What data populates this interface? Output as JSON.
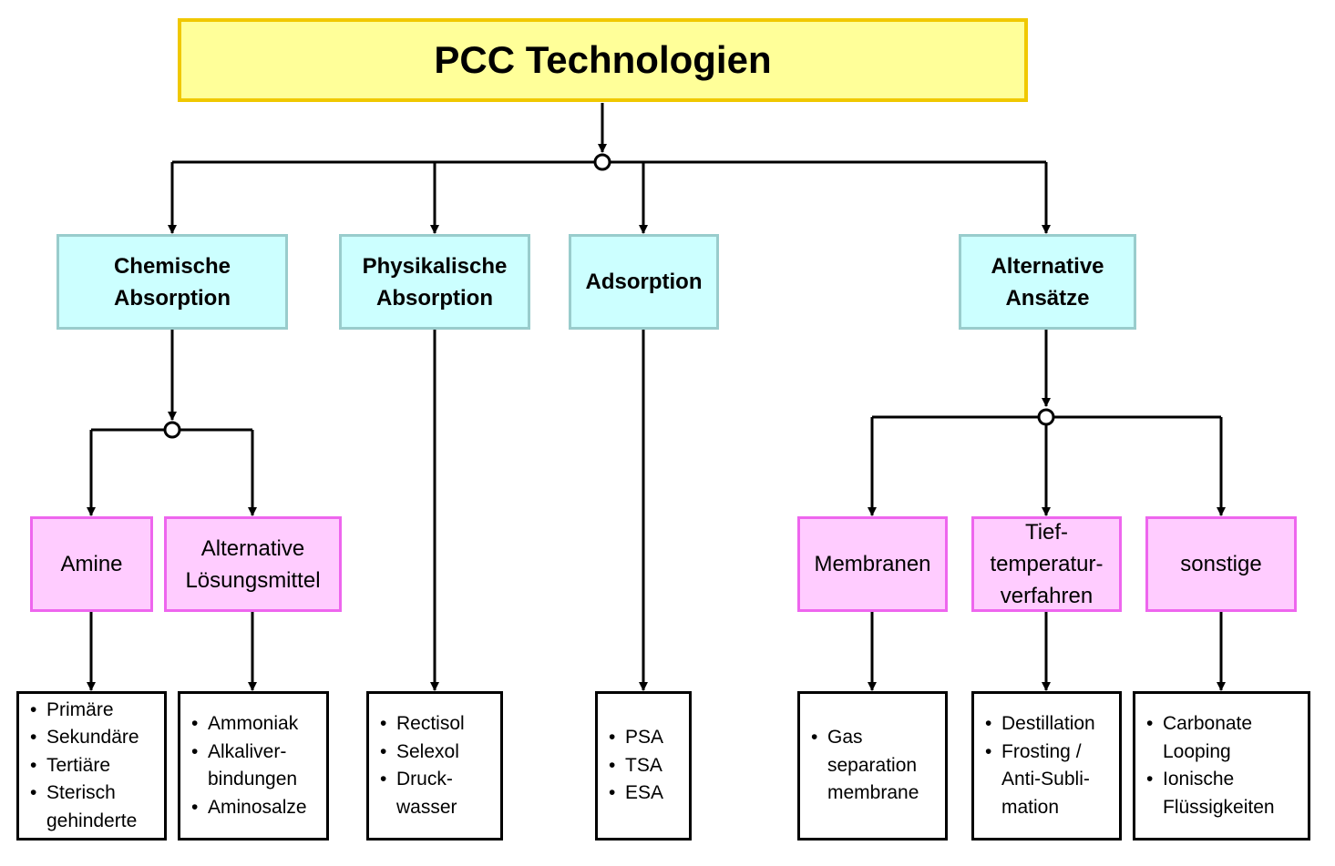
{
  "title": "PCC Technologien",
  "categories": {
    "chem": [
      "Chemische",
      "Absorption"
    ],
    "phys": [
      "Physikalische",
      "Absorption"
    ],
    "ads": [
      "Adsorption"
    ],
    "alt": [
      "Alternative",
      "Ansätze"
    ]
  },
  "subcategories": {
    "amine": [
      "Amine"
    ],
    "alt_loes": [
      "Alternative",
      "Lösungsmittel"
    ],
    "membranen": [
      "Membranen"
    ],
    "tief": [
      "Tief-",
      "temperatur-",
      "verfahren"
    ],
    "sonstige": [
      "sonstige"
    ]
  },
  "lists": {
    "amine": [
      [
        "Primäre"
      ],
      [
        "Sekundäre"
      ],
      [
        "Tertiäre"
      ],
      [
        "Sterisch",
        "gehinderte"
      ]
    ],
    "alt_loes": [
      [
        "Ammoniak"
      ],
      [
        "Alkaliver-",
        "bindungen"
      ],
      [
        "Aminosalze"
      ]
    ],
    "phys": [
      [
        "Rectisol"
      ],
      [
        "Selexol"
      ],
      [
        "Druck-",
        "wasser"
      ]
    ],
    "ads": [
      [
        "PSA"
      ],
      [
        "TSA"
      ],
      [
        "ESA"
      ]
    ],
    "membranen": [
      [
        "Gas",
        "separation",
        "membrane"
      ]
    ],
    "tief": [
      [
        "Destillation"
      ],
      [
        "Frosting /",
        "Anti-Subli-",
        "mation"
      ]
    ],
    "sonstige": [
      [
        "Carbonate",
        "Looping"
      ],
      [
        "Ionische",
        "Flüssigkeiten"
      ]
    ]
  },
  "colors": {
    "title_fill": "#ffff99",
    "title_border": "#f0c800",
    "category_fill": "#ccffff",
    "category_border": "#99cccc",
    "sub_fill": "#ffccff",
    "sub_border": "#ee66ee",
    "line": "#000000"
  }
}
